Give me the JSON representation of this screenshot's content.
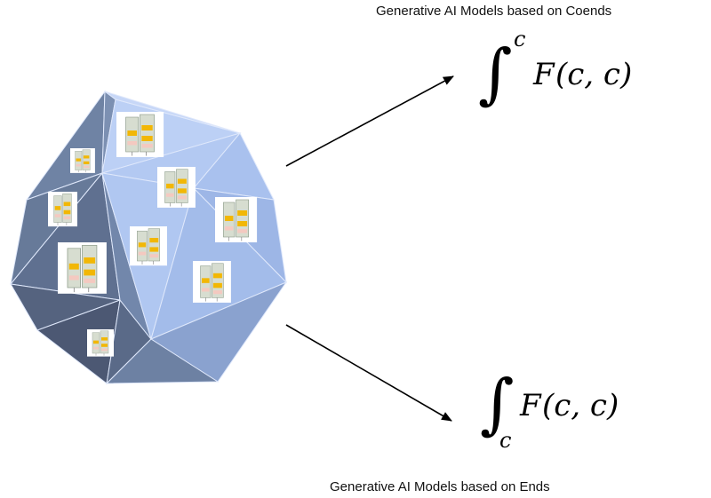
{
  "captions": {
    "coends": "Generative AI Models based on Coends",
    "ends": "Generative AI Models based on Ends"
  },
  "coend_formula": {
    "integral_sign": "∫",
    "superscript": "c",
    "func": "F",
    "args": "(c, c)"
  },
  "end_formula": {
    "integral_sign": "∫",
    "subscript": "c",
    "func": "F",
    "args": "(c, c)"
  },
  "colors": {
    "face_light": "#b7cdf5",
    "face_mid": "#9fb6e2",
    "face_dark": "#6c7f9e",
    "face_darker": "#55647e",
    "edge": "#dfe8fb",
    "arrow": "#000000",
    "thumb_bg": "#ffffff",
    "thumb_block": "#f2b705",
    "thumb_grey": "#c9d3c2"
  }
}
